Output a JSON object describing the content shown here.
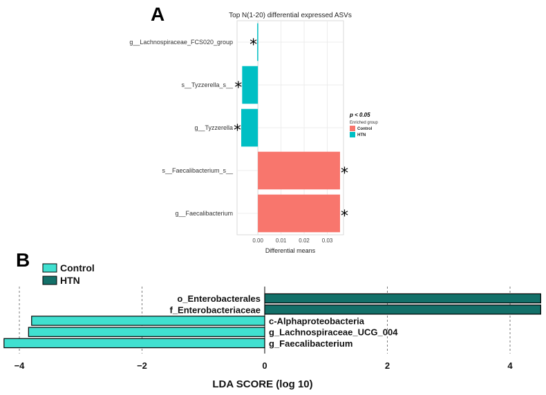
{
  "panel_a_letter": "A",
  "panel_b_letter": "B",
  "chart_data": [
    {
      "type": "bar",
      "orientation": "horizontal",
      "title": "Top N(1-20) differential expressed ASVs",
      "xlabel": "Differential means",
      "ylabel": "",
      "xlim": [
        -0.009,
        0.037
      ],
      "xticks": [
        "0.00",
        "0.01",
        "0.02",
        "0.03"
      ],
      "grid": true,
      "legend_position": "right",
      "legend_title": "p < 0.05",
      "legend_subtitle": "Enriched group",
      "groups": [
        {
          "name": "Control",
          "color": "#F8766D"
        },
        {
          "name": "HTN",
          "color": "#00BFC4"
        }
      ],
      "categories": [
        "g__Lachnospiraceae_FCS020_group",
        "s__Tyzzerella_s__",
        "g__Tyzzerella",
        "s__Faecalibacterium_s__",
        "g__Faecalibacterium"
      ],
      "values": [
        -0.0003,
        -0.0068,
        -0.0072,
        0.0355,
        0.0355
      ],
      "group_of_bar": [
        "HTN",
        "HTN",
        "HTN",
        "Control",
        "Control"
      ],
      "significance_marker": "*"
    },
    {
      "type": "bar",
      "orientation": "horizontal",
      "title": "",
      "xlabel": "LDA SCORE (log 10)",
      "ylabel": "",
      "xlim": [
        -4.25,
        4.5
      ],
      "xticks": [
        "−4",
        "−2",
        "0",
        "2",
        "4"
      ],
      "grid": true,
      "legend_position": "top-left",
      "groups": [
        {
          "name": "Control",
          "color": "#40E0D0"
        },
        {
          "name": "HTN",
          "color": "#137069"
        }
      ],
      "categories": [
        "o_Enterobacterales",
        "f_Enterobacteriaceae",
        "c-Alphaproteobacteria",
        "g_Lachnospiraceae_UCG_004",
        "g_Faecalibacterium"
      ],
      "values": [
        4.5,
        4.5,
        -3.8,
        -3.85,
        -4.25
      ],
      "group_of_bar": [
        "HTN",
        "HTN",
        "Control",
        "Control",
        "Control"
      ]
    }
  ]
}
